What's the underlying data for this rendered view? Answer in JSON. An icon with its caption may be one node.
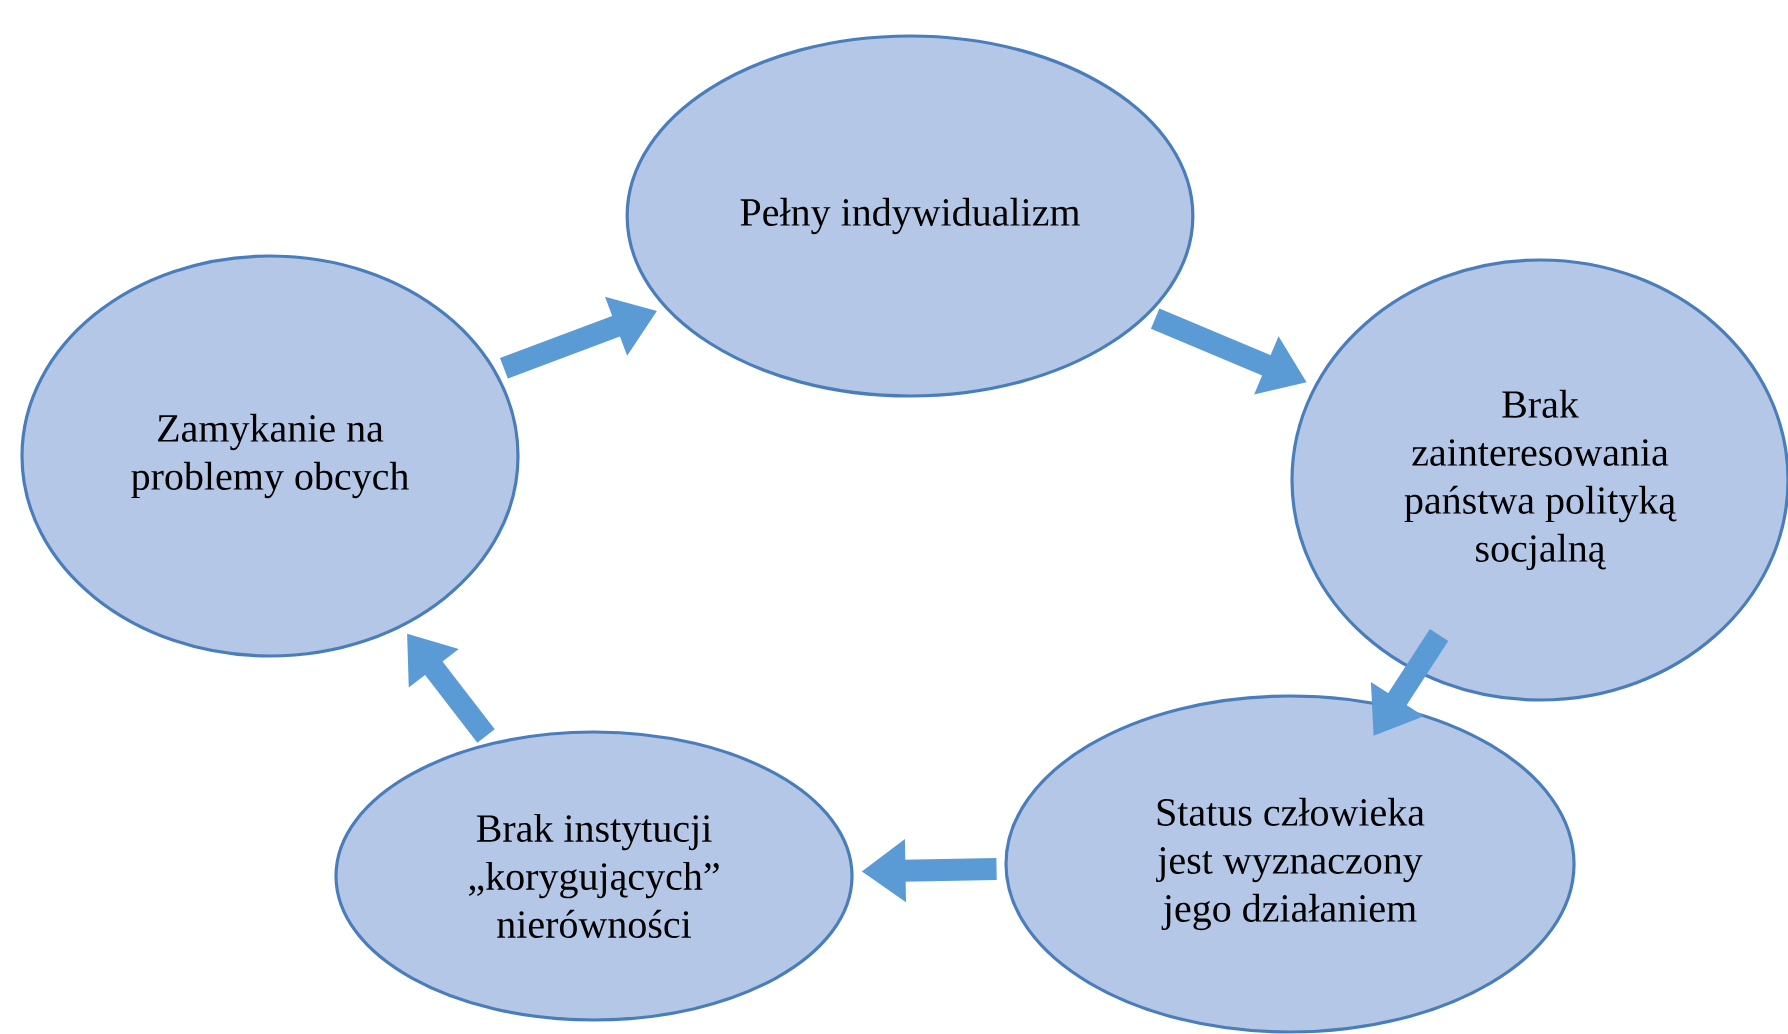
{
  "diagram": {
    "nodes": [
      {
        "text": [
          "Pełny indywidualizm"
        ]
      },
      {
        "text": [
          "Brak zainteresowania państwa polityką socjalną"
        ]
      },
      {
        "text": [
          "Status człowieka jest wyznaczony jego działaniem"
        ]
      },
      {
        "text": [
          "Brak instytucji „korygujących” nierówności"
        ]
      },
      {
        "text": [
          "Zamykanie na problemy obcych"
        ]
      }
    ],
    "edges": [
      {
        "from": 4,
        "to": 0,
        "arrow": "to"
      },
      {
        "from": 0,
        "to": 1,
        "arrow": "to"
      },
      {
        "from": 1,
        "to": 2,
        "arrow": "to"
      },
      {
        "from": 2,
        "to": 3,
        "arrow": "to"
      },
      {
        "from": 3,
        "to": 4,
        "arrow": "to"
      }
    ]
  }
}
